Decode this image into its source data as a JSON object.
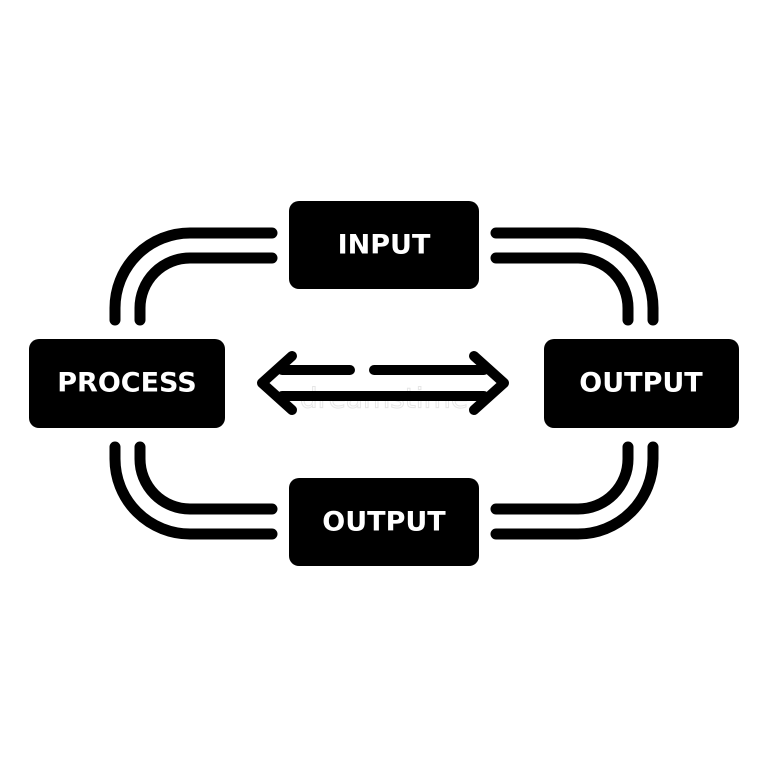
{
  "diagram": {
    "nodes": {
      "input": "INPUT",
      "process": "PROCESS",
      "output_right": "OUTPUT",
      "output_bottom": "OUTPUT"
    },
    "watermark": "dreamstime"
  },
  "colors": {
    "foreground": "#000000",
    "background": "#ffffff",
    "label": "#ffffff"
  }
}
